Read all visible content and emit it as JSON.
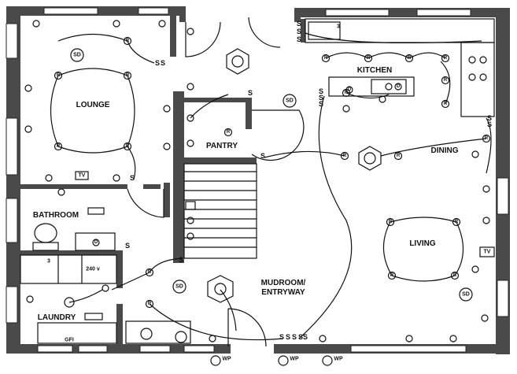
{
  "rooms": {
    "lounge": "LOUNGE",
    "kitchen": "KITCHEN",
    "pantry": "PANTRY",
    "dining": "DINING",
    "bathroom": "BATHROOM",
    "living": "LIVING",
    "mudroom_line1": "MUDROOM/",
    "mudroom_line2": "ENTRYWAY",
    "laundry": "LAUNDRY"
  },
  "symbols": {
    "light": "R",
    "smoke_detector": "SD",
    "switch": "S",
    "tv": "TV",
    "weatherproof": "WP",
    "gfi": "GFI",
    "three_way": "3",
    "volt_240": "240 v",
    "disposal": "D"
  }
}
